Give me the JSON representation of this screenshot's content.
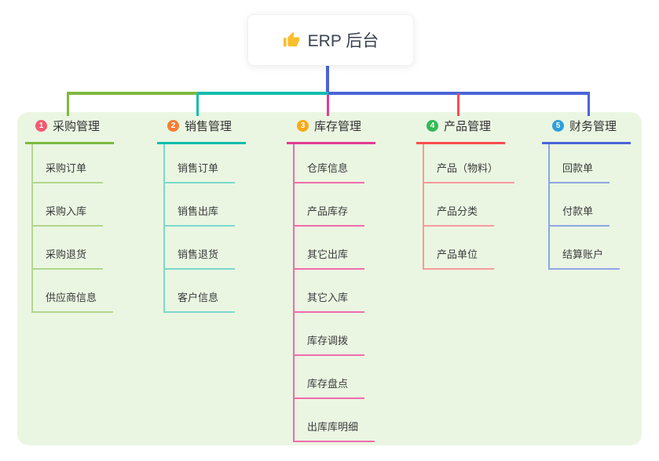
{
  "root": {
    "title": "ERP 后台",
    "icon": "thumbs-up-icon",
    "icon_color": "#F9BE2B"
  },
  "colors": {
    "canvas_bg": "#FFFFFF",
    "container_bg": "#EAF6E2",
    "root_text": "#3A4350",
    "item_text": "#3B3B3B",
    "stem": "#4A64D8"
  },
  "branches": [
    {
      "badge": "1",
      "title": "采购管理",
      "badge_color": "#F15B70",
      "line_color": "#7CBA3F",
      "line_color_light": "#B2D68C",
      "items": [
        "采购订单",
        "采购入库",
        "采购退货",
        "供应商信息"
      ]
    },
    {
      "badge": "2",
      "title": "销售管理",
      "badge_color": "#F77C33",
      "line_color": "#13BCAD",
      "line_color_light": "#7BD8CC",
      "items": [
        "销售订单",
        "销售出库",
        "销售退货",
        "客户信息"
      ]
    },
    {
      "badge": "3",
      "title": "库存管理",
      "badge_color": "#FAA916",
      "line_color": "#E23C92",
      "line_color_light": "#F06CAC",
      "items": [
        "仓库信息",
        "产品库存",
        "其它出库",
        "其它入库",
        "库存调拨",
        "库存盘点",
        "出库库明细"
      ]
    },
    {
      "badge": "4",
      "title": "产品管理",
      "badge_color": "#33B956",
      "line_color": "#FB4D50",
      "line_color_light": "#F9999B",
      "items": [
        "产品（物料）",
        "产品分类",
        "产品单位"
      ]
    },
    {
      "badge": "5",
      "title": "财务管理",
      "badge_color": "#2E9FDB",
      "line_color": "#4A64D8",
      "line_color_light": "#8FA5E5",
      "items": [
        "回款单",
        "付款单",
        "结算账户"
      ]
    }
  ]
}
